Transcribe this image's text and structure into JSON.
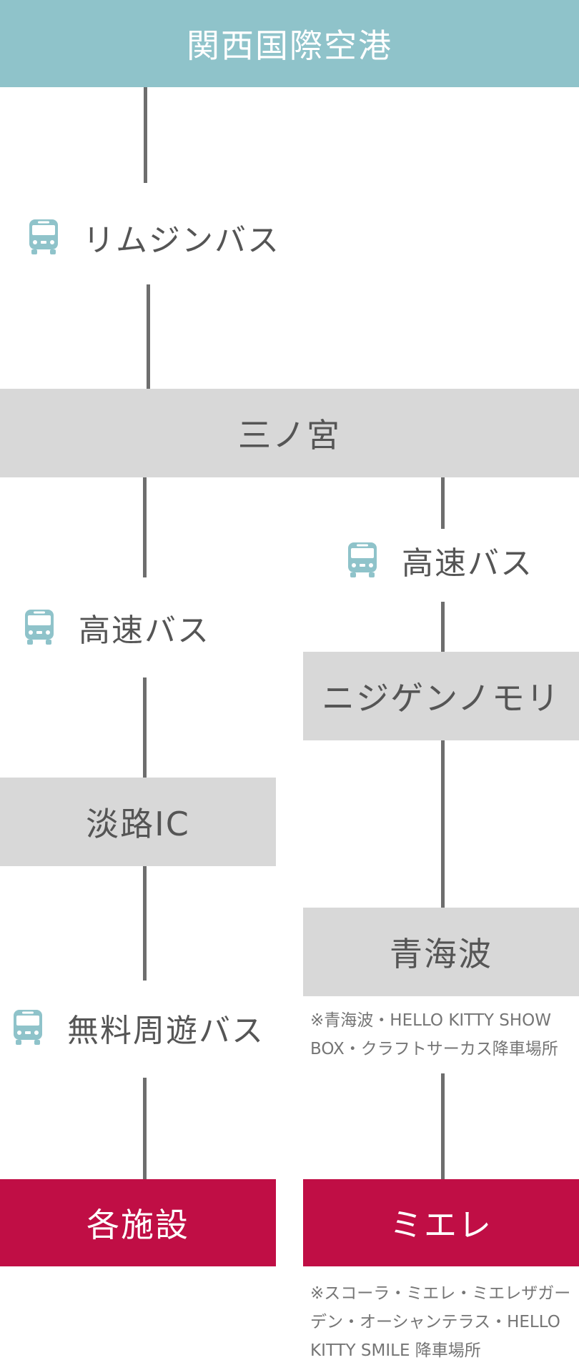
{
  "colors": {
    "origin": "#8fc3ca",
    "stop": "#d8d8d8",
    "destination": "#c00e45",
    "line": "#6e6e6e",
    "bus_icon": "#8fc3ca"
  },
  "nodes": {
    "kix": "関西国際空港",
    "sannomiya": "三ノ宮",
    "nijigen": "ニジゲンノモリ",
    "awaji_ic": "淡路IC",
    "seikaiha": "青海波",
    "facilities": "各施設",
    "miele": "ミエレ"
  },
  "transports": {
    "limousine": {
      "label": "リムジンバス",
      "icon": "bus-icon"
    },
    "express_right": {
      "label": "高速バス",
      "icon": "bus-icon"
    },
    "express_left": {
      "label": "高速バス",
      "icon": "bus-icon"
    },
    "free_bus": {
      "label": "無料周遊バス",
      "icon": "bus-icon"
    }
  },
  "notes": {
    "seikaiha": "※青海波・HELLO KITTY SHOW BOX・クラフトサーカス降車場所",
    "miele": "※スコーラ・ミエレ・ミエレザガーデン・オーシャンテラス・HELLO KITTY SMILE 降車場所"
  }
}
